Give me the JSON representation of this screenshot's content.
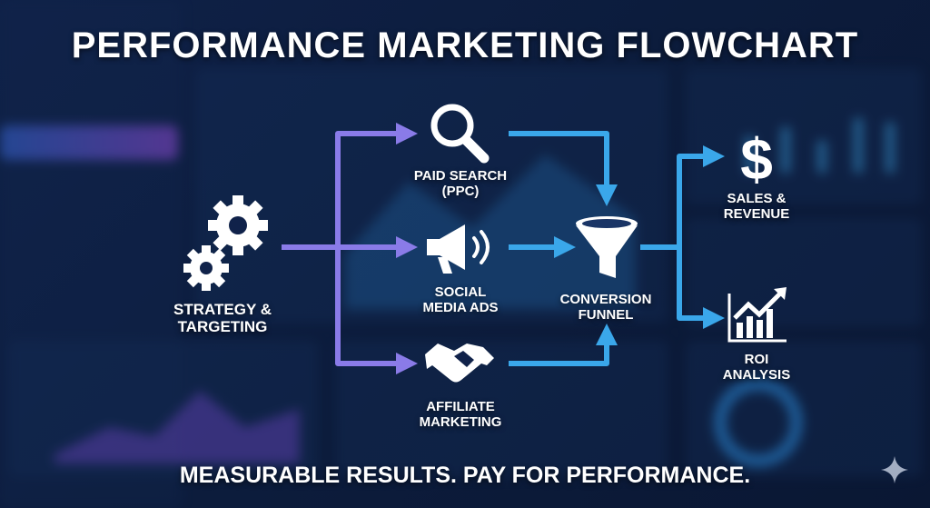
{
  "title": "PERFORMANCE MARKETING FLOWCHART",
  "footer": "MEASURABLE RESULTS. PAY FOR PERFORMANCE.",
  "nodes": {
    "strategy": {
      "line1": "STRATEGY &",
      "line2": "TARGETING",
      "icon": "gears-icon"
    },
    "paid_search": {
      "line1": "PAID SEARCH",
      "line2": "(PPC)",
      "icon": "magnifier-icon"
    },
    "social": {
      "line1": "SOCIAL",
      "line2": "MEDIA ADS",
      "icon": "megaphone-icon"
    },
    "affiliate": {
      "line1": "AFFILIATE",
      "line2": "MARKETING",
      "icon": "handshake-icon"
    },
    "funnel": {
      "line1": "CONVERSION",
      "line2": "FUNNEL",
      "icon": "funnel-icon"
    },
    "sales": {
      "line1": "SALES &",
      "line2": "REVENUE",
      "icon": "dollar-icon"
    },
    "roi": {
      "line1": "ROI",
      "line2": "ANALYSIS",
      "icon": "growth-chart-icon"
    }
  },
  "colors": {
    "purple": "#8a7be8",
    "blue": "#3aa7ea",
    "background": "#0c1c3c"
  }
}
